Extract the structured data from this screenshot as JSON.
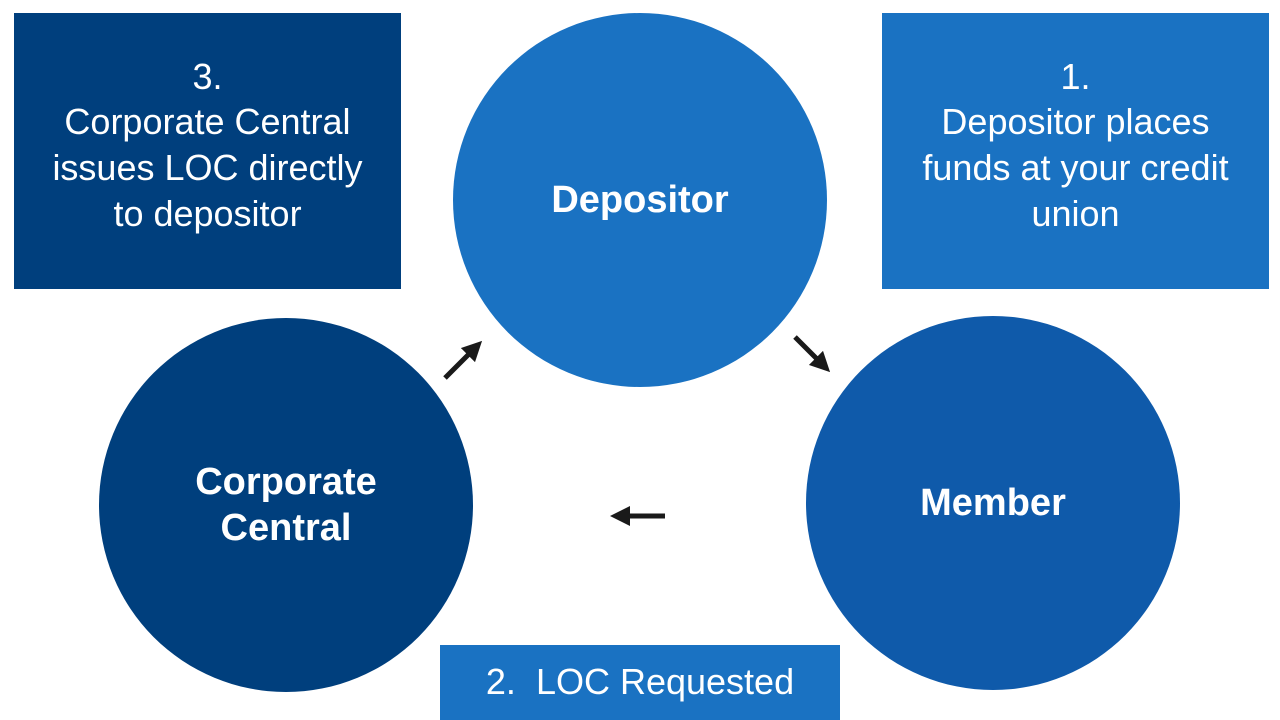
{
  "nodes": {
    "depositor": "Depositor",
    "member": "Member",
    "corporate": "Corporate Central"
  },
  "steps": {
    "step1": {
      "number": "1.",
      "text": "Depositor places funds at your credit union"
    },
    "step2": {
      "number": "2.",
      "text": "LOC Requested"
    },
    "step3": {
      "number": "3.",
      "text": "Corporate Central issues LOC directly to depositor"
    }
  },
  "colors": {
    "dark_navy": "#003f7d",
    "medium_blue": "#0f5aaa",
    "bright_blue": "#1a72c2",
    "arrow": "#1a1a1a"
  }
}
